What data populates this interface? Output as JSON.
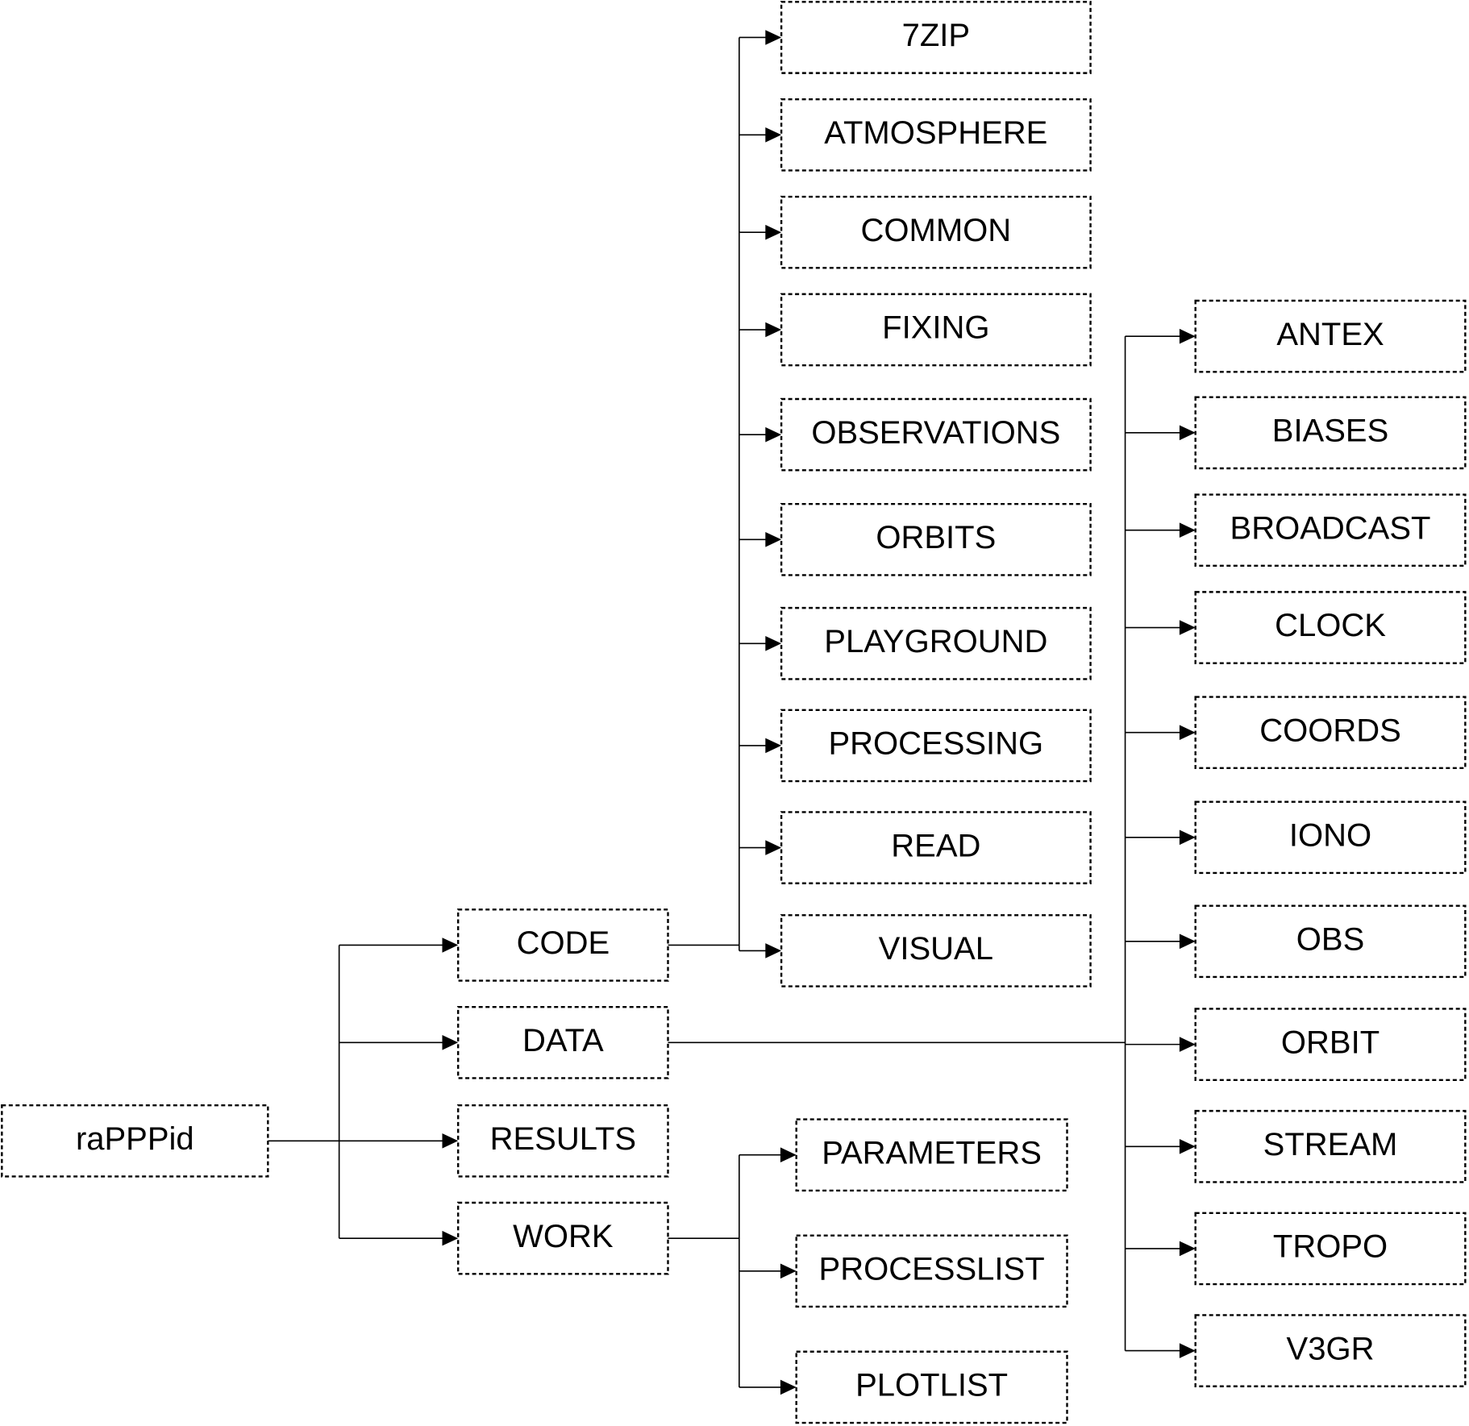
{
  "root": "raPPPid",
  "level1": [
    "CODE",
    "DATA",
    "RESULTS",
    "WORK"
  ],
  "code_children": [
    "7ZIP",
    "ATMOSPHERE",
    "COMMON",
    "FIXING",
    "OBSERVATIONS",
    "ORBITS",
    "PLAYGROUND",
    "PROCESSING",
    "READ",
    "VISUAL"
  ],
  "data_children": [
    "ANTEX",
    "BIASES",
    "BROADCAST",
    "CLOCK",
    "COORDS",
    "IONO",
    "OBS",
    "ORBIT",
    "STREAM",
    "TROPO",
    "V3GR"
  ],
  "work_children": [
    "PARAMETERS",
    "PROCESSLIST",
    "PLOTLIST"
  ],
  "colors": {
    "stroke": "#000000",
    "background": "#ffffff"
  }
}
